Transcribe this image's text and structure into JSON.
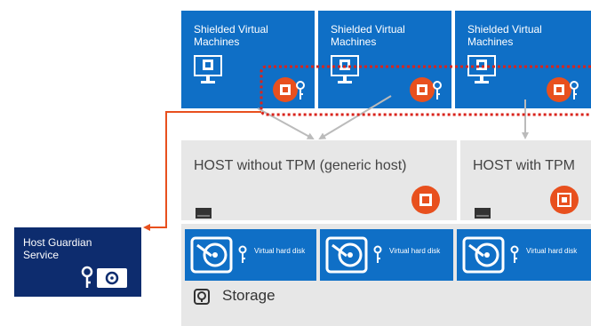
{
  "shielded_vms": [
    {
      "label": "Shielded Virtual Machines"
    },
    {
      "label": "Shielded Virtual Machines"
    },
    {
      "label": "Shielded Virtual Machines"
    }
  ],
  "hosts": [
    {
      "label": "HOST without TPM (generic host)"
    },
    {
      "label": "HOST with TPM"
    }
  ],
  "virtual_disks": [
    {
      "label": "Virtual hard disk"
    },
    {
      "label": "Virtual hard disk"
    },
    {
      "label": "Virtual hard disk"
    }
  ],
  "storage": {
    "label": "Storage"
  },
  "hgs": {
    "label": "Host Guardian Service"
  },
  "colors": {
    "vm_blue": "#0f6fc6",
    "host_gray": "#e7e7e7",
    "hgs_navy": "#0d2c6e",
    "accent_orange": "#e8501e",
    "dotted_red": "#d9241c"
  }
}
